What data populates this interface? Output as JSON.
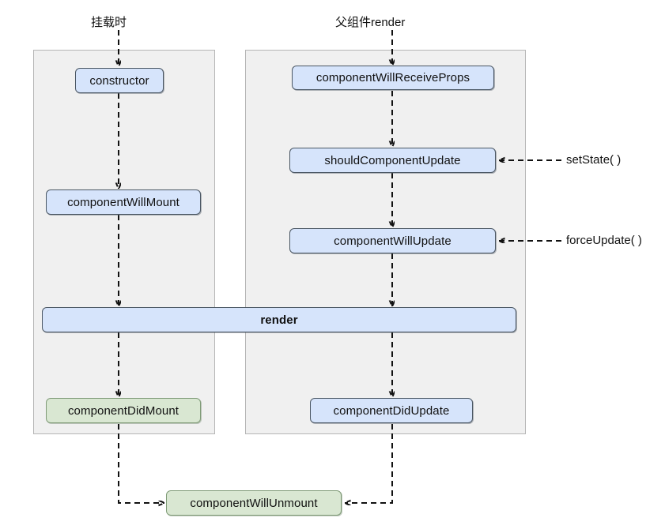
{
  "diagram": {
    "title": "React component lifecycle flowchart",
    "colors": {
      "node_blue_fill": "#d6e4fb",
      "node_blue_border": "#4a5663",
      "node_green_fill": "#d9e7d2",
      "node_green_border": "#7f9b77",
      "panel_fill": "#f0f0f0",
      "panel_border": "#b5b5b5",
      "arrow": "#111111",
      "background": "#ffffff"
    },
    "captions": {
      "mount_phase": "挂载时",
      "update_phase": "父组件render"
    },
    "panels": [
      {
        "name": "mounting-panel"
      },
      {
        "name": "updating-panel"
      }
    ],
    "nodes": {
      "constructor": "constructor",
      "component_will_mount": "componentWillMount",
      "component_did_mount": "componentDidMount",
      "component_will_receive_props": "componentWillReceiveProps",
      "should_component_update": "shouldComponentUpdate",
      "component_will_update": "componentWillUpdate",
      "component_did_update": "componentDidUpdate",
      "render": "render",
      "component_will_unmount": "componentWillUnmount"
    },
    "side_labels": {
      "set_state": "setState( )",
      "force_update": "forceUpdate( )"
    }
  }
}
